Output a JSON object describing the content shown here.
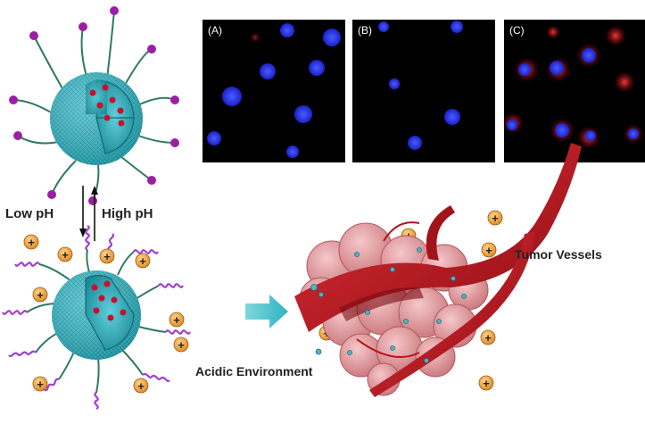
{
  "labels": {
    "low_ph": "Low pH",
    "high_ph": "High pH",
    "tumor_vessels": "Tumor Vessels",
    "acidic_environment": "Acidic Environment"
  },
  "panels": [
    {
      "label": "(A)"
    },
    {
      "label": "(B)"
    },
    {
      "label": "(C)"
    }
  ],
  "charge_symbol": "+",
  "colors": {
    "shell": "#33b9c8",
    "cargo": "#c8102e",
    "peg_cap": "#9b1fa5",
    "helix": "#a23cd0",
    "charge_fill": "#f0a23a",
    "arrow": "#4fc6cf",
    "vessel": "#c0151c",
    "tumor": "#e7a3a6",
    "nucleus": "#2233ff",
    "stain": "#e0202c"
  }
}
